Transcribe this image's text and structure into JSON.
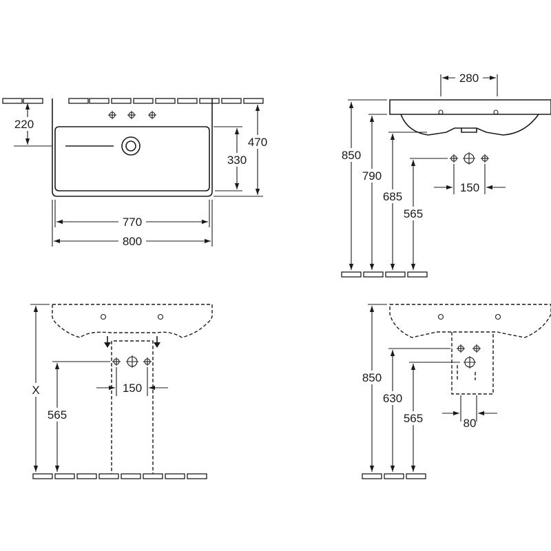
{
  "front_view": {
    "dims": {
      "d220": "220",
      "d330": "330",
      "d470": "470",
      "d770": "770",
      "d800": "800"
    }
  },
  "side_view": {
    "dims": {
      "d280": "280",
      "d850": "850",
      "d790": "790",
      "d685": "685",
      "d565": "565",
      "d150": "150"
    }
  },
  "pedestal_front_view": {
    "dims": {
      "dX": "X",
      "d565": "565",
      "d150": "150"
    }
  },
  "pedestal_side_view": {
    "dims": {
      "d850": "850",
      "d630": "630",
      "d565": "565",
      "d80": "80"
    }
  }
}
